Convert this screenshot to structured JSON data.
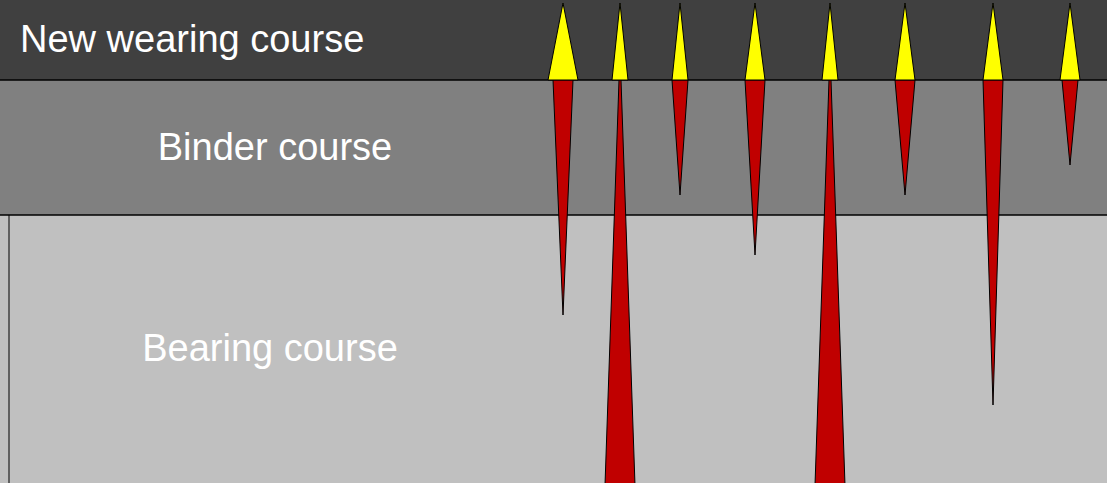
{
  "diagram": {
    "nodes": [
      {
        "text": [
          "New wearing course"
        ]
      },
      {
        "text": [
          "Binder course"
        ]
      },
      {
        "text": [
          "Bearing course"
        ]
      }
    ]
  }
}
